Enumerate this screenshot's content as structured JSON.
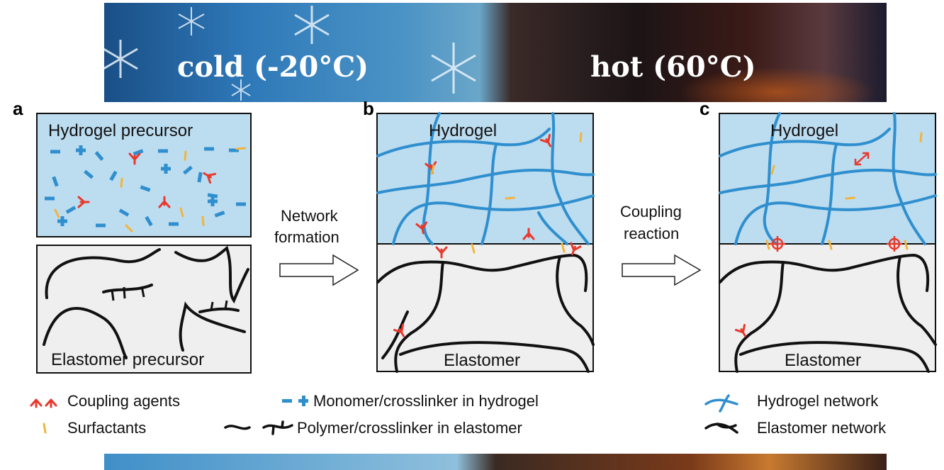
{
  "banner": {
    "cold_label": "cold (-20°C)",
    "hot_label": "hot (60°C)"
  },
  "panels": [
    {
      "letter": "a",
      "top_title": "Hydrogel precursor",
      "bottom_title": "Elastomer precursor"
    },
    {
      "letter": "b",
      "top_title": "Hydrogel",
      "bottom_title": "Elastomer"
    },
    {
      "letter": "c",
      "top_title": "Hydrogel",
      "bottom_title": "Elastomer"
    }
  ],
  "arrows": {
    "first": [
      "Network",
      "formation"
    ],
    "second": [
      "Coupling",
      "reaction"
    ]
  },
  "legend": {
    "coupling_agents": "Coupling agents",
    "surfactants": "Surfactants",
    "monomer": "Monomer/crosslinker in hydrogel",
    "polymer": "Polymer/crosslinker in elastomer",
    "hydrogel_network": "Hydrogel network",
    "elastomer_network": "Elastomer network"
  },
  "colors": {
    "hydrogel_fill": "#bcdcf0",
    "elastomer_fill": "#efefef",
    "hydrogel_blue": "#2f8fce",
    "agent_red": "#e8392d",
    "surfactant_yellow": "#f2b43c",
    "cold_blue": "#2e6fa6",
    "hot_dark": "#1e1a1c"
  }
}
